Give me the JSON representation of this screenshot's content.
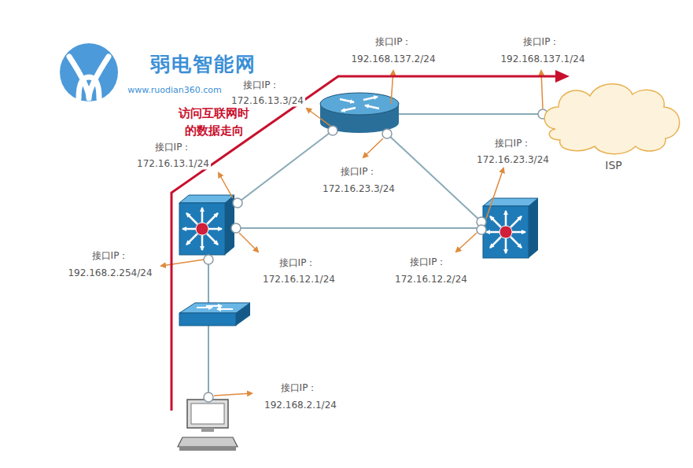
{
  "diagram": {
    "nodes": [
      {
        "text": [
          "ISP"
        ]
      }
    ],
    "labels": [
      "弱电智能网",
      "www.ruodian360.com",
      "接口IP：",
      "192.168.137.2/24",
      "接口IP：",
      "192.168.137.1/24",
      "接口IP：",
      "172.16.13.3/24",
      "访问互联网时",
      "的数据走向",
      "接口IP：",
      "172.16.13.1/24",
      "接口IP：",
      "172.16.23.3/24",
      "接口IP：",
      "172.16.23.3/24",
      "接口IP：",
      "192.168.2.254/24",
      "接口IP：",
      "172.16.12.1/24",
      "接口IP：",
      "172.16.12.2/24",
      "接口IP：",
      "192.168.2.1/24"
    ]
  }
}
